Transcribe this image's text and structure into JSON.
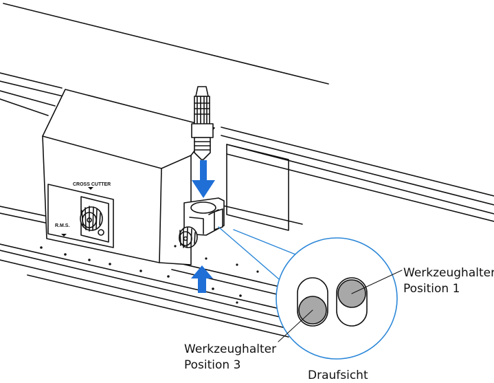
{
  "device_labels": {
    "cross_cutter": "CROSS CUTTER",
    "rms": "R.M.S."
  },
  "callouts": {
    "position1_line1": "Werkzeughalter",
    "position1_line2": "Position 1",
    "position3_line1": "Werkzeughalter",
    "position3_line2": "Position 3",
    "top_view": "Draufsicht"
  },
  "colors": {
    "arrow": "#1f6fd6",
    "magnifier_circle": "#2a86d8",
    "holder_fill": "#a8a8a8",
    "outline": "#111111"
  },
  "icons": [
    "arrow-down-icon",
    "arrow-up-icon"
  ]
}
